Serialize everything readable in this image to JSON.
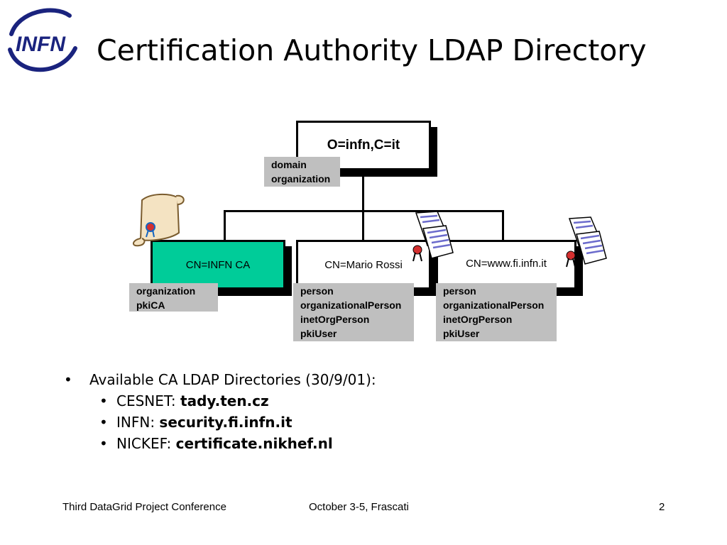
{
  "logo": {
    "text": "INFN"
  },
  "title": "Certification Authority LDAP Directory",
  "diagram": {
    "root": {
      "label": "O=infn,C=it",
      "classes": [
        "domain",
        "organization"
      ]
    },
    "children": [
      {
        "label": "CN=INFN CA",
        "classes": [
          "organization",
          "pkiCA"
        ],
        "icon": "scroll-certificate-icon"
      },
      {
        "label": "CN=Mario Rossi",
        "classes": [
          "person",
          "organizationalPerson",
          "inetOrgPerson",
          "pkiUser"
        ],
        "icon": "certificate-document-icon"
      },
      {
        "label": "CN=www.fi.infn.it",
        "classes": [
          "person",
          "organizationalPerson",
          "inetOrgPerson",
          "pkiUser"
        ],
        "icon": "certificate-document-icon"
      }
    ],
    "colors": {
      "ca_fill": "#00cc99",
      "tag_fill": "#bfbfbf"
    }
  },
  "bullets": {
    "main": "Available CA LDAP Directories (30/9/01):",
    "items": [
      {
        "name": "CESNET: ",
        "host": "tady.ten.cz"
      },
      {
        "name": "INFN: ",
        "host": "security.fi.infn.it"
      },
      {
        "name": "NICKEF: ",
        "host": "certificate.nikhef.nl"
      }
    ]
  },
  "footer": {
    "left": "Third DataGrid Project Conference",
    "center": "October 3-5, Frascati",
    "page": "2"
  }
}
